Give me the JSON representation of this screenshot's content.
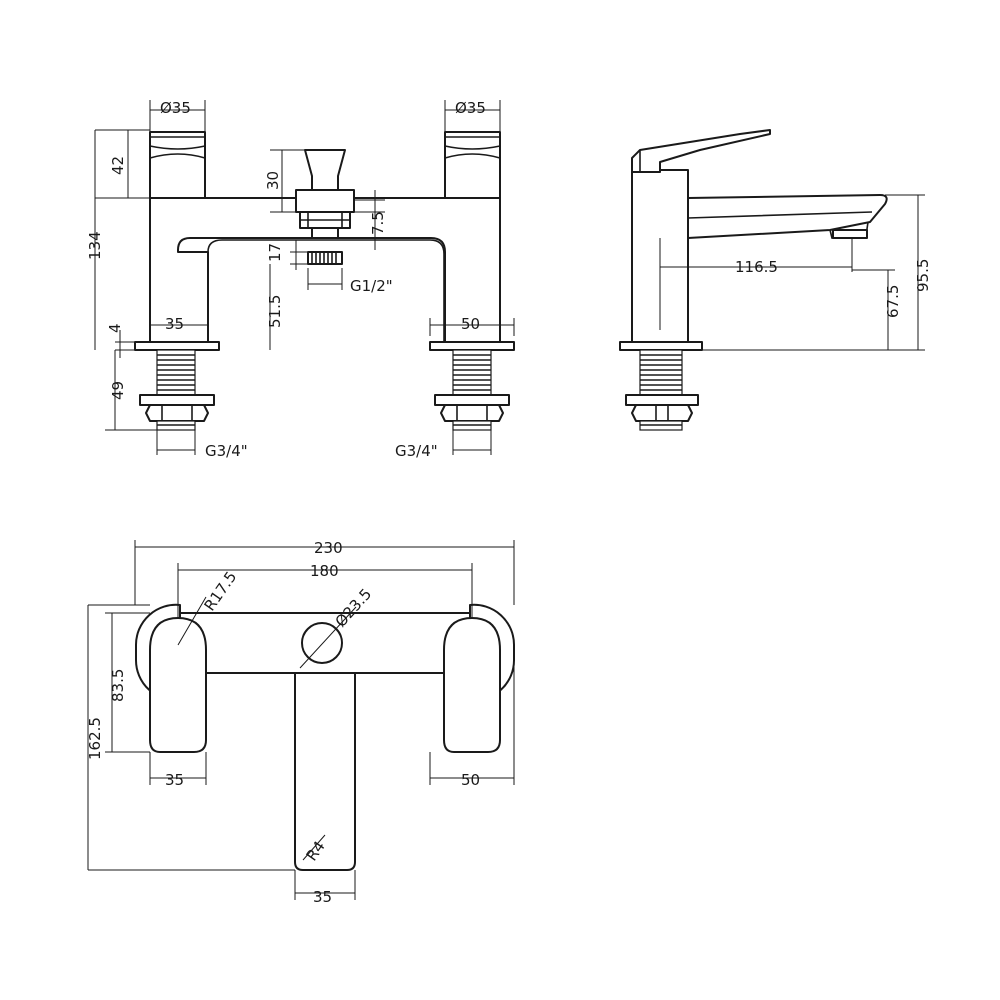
{
  "front_view": {
    "handle_diameter_left": "Ø35",
    "handle_diameter_right": "Ø35",
    "handle_height": "42",
    "overall_height": "134",
    "diverter_height": "30",
    "outlet_height": "7.5",
    "outlet_thread_length": "17",
    "outlet_thread": "G1/2\"",
    "outlet_clearance": "51.5",
    "flange_thickness": "4",
    "left_body_width": "35",
    "right_base_width": "50",
    "shank_length": "49",
    "left_shank_thread": "G3/4\"",
    "right_shank_thread": "G3/4\""
  },
  "side_view": {
    "spout_reach": "116.5",
    "spout_height": "67.5",
    "total_height": "95.5"
  },
  "top_view": {
    "overall_width": "230",
    "centres": "180",
    "handle_radius": "R17.5",
    "diverter_diameter": "Ø23.5",
    "handle_depth": "83.5",
    "overall_depth": "162.5",
    "left_handle_width": "35",
    "right_handle_width": "50",
    "spout_corner_radius": "R4",
    "spout_width": "35"
  }
}
